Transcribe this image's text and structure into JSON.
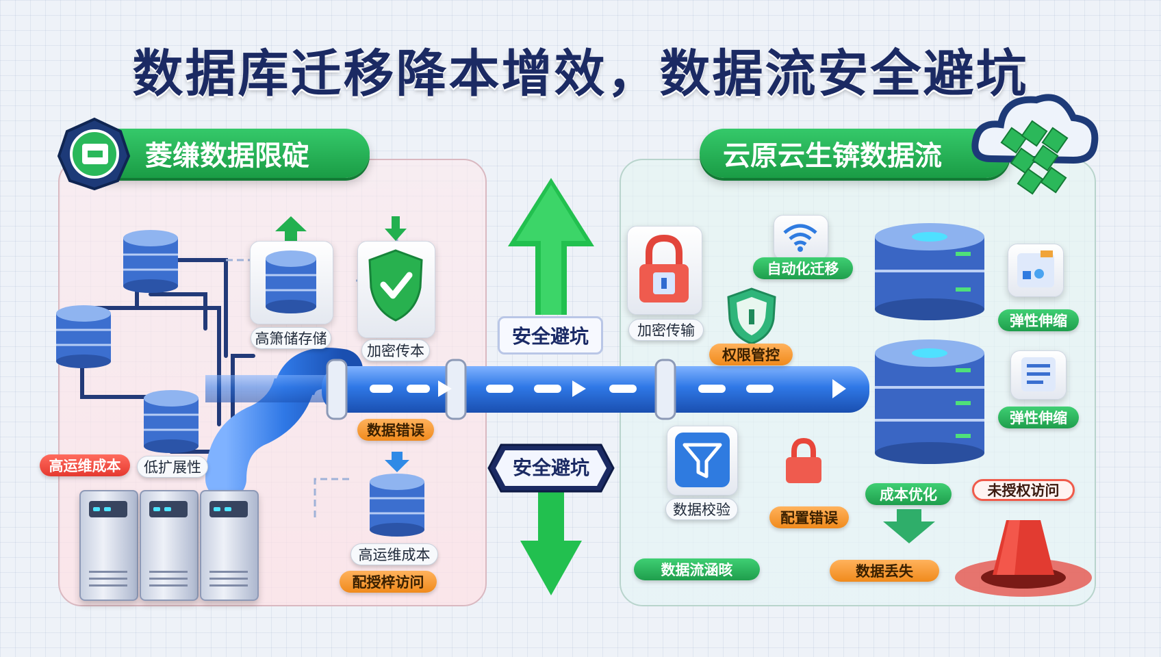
{
  "title": "数据库迁移降本增效，数据流安全避坑",
  "left": {
    "banner": "菱缣数据限碇",
    "labels": {
      "storage": "高箫储存储",
      "encrypt": "加密传本",
      "data_error": "数据错误",
      "high_cost_1": "高运维成本",
      "low_scale": "低扩展性",
      "high_cost_2": "高运维成本",
      "unauth": "配授梓访问"
    }
  },
  "center": {
    "safe_top": "安全避坑",
    "safe_bottom": "安全避坑"
  },
  "right": {
    "banner": "云原云生锛数据流",
    "labels": {
      "auto_migrate": "自动化迁移",
      "encrypt_transfer": "加密传输",
      "access_control": "权限管控",
      "elastic_1": "弹性伸缩",
      "elastic_2": "弹性伸缩",
      "data_check": "数据校验",
      "config_error": "配置错误",
      "cost_opt": "成本优化",
      "unauth_access": "未授权访问",
      "data_flow_clear": "数据流涵晐",
      "data_loss": "数据丢失"
    }
  },
  "colors": {
    "title": "#1b2a63",
    "green": "#22b04f",
    "orange": "#f39a2d",
    "red": "#e8463a",
    "pipe": "#2f78e6"
  }
}
